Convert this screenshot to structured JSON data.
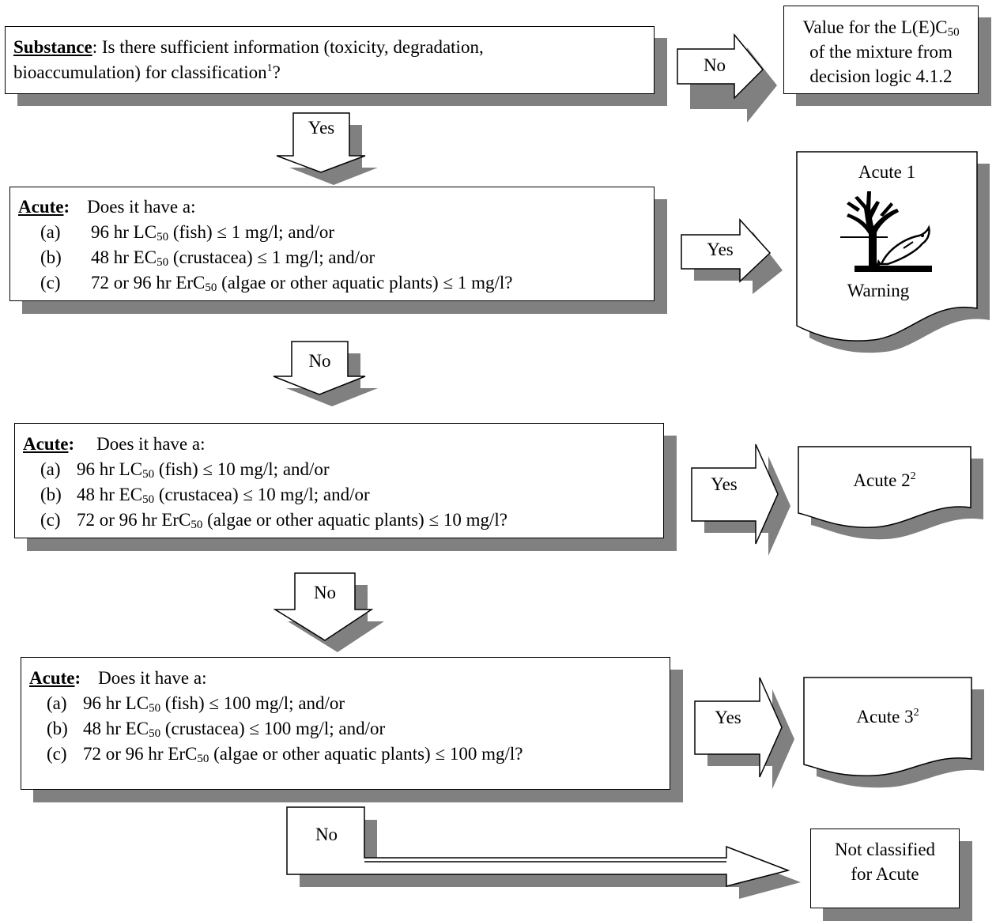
{
  "substance": {
    "heading": "Substance",
    "text_line1": ": Is there sufficient information (toxicity, degradation,",
    "text_line2_pre": "bioaccumulation) for classification",
    "text_line2_sup": "1",
    "text_line2_post": "?"
  },
  "no_to_value": "No",
  "value_box": {
    "line1_pre": "Value for the L(E)C",
    "line1_sub": "50",
    "line2": "of the mixture from",
    "line3": "decision logic 4.1.2"
  },
  "yes_down": "Yes",
  "acute1_question": {
    "heading": "Acute",
    "colon": ":",
    "lead": "Does it have a:",
    "items": [
      {
        "letter": "(a)",
        "pre": "96 hr LC",
        "sub": "50",
        "post": " (fish) ≤ 1 mg/l; and/or"
      },
      {
        "letter": "(b)",
        "pre": "48 hr EC",
        "sub": "50",
        "post": " (crustacea) ≤ 1 mg/l; and/or"
      },
      {
        "letter": "(c)",
        "pre": "72 or 96 hr ErC",
        "sub": "50",
        "post": " (algae or other aquatic plants) ≤ 1 mg/l?"
      }
    ]
  },
  "yes_to_acute1": "Yes",
  "acute1_result": {
    "title": "Acute 1",
    "signal": "Warning",
    "pictogram": "environment-pictogram"
  },
  "no_after_acute1": "No",
  "acute2_question": {
    "heading": "Acute",
    "colon": ":",
    "lead": "Does it have a:",
    "items": [
      {
        "letter": "(a)",
        "pre": "96 hr LC",
        "sub": "50",
        "post": " (fish) ≤ 10 mg/l; and/or"
      },
      {
        "letter": "(b)",
        "pre": "48 hr EC",
        "sub": "50",
        "post": " (crustacea) ≤ 10 mg/l; and/or"
      },
      {
        "letter": "(c)",
        "pre": "72 or 96 hr ErC",
        "sub": "50",
        "post": " (algae or other aquatic plants) ≤ 10 mg/l?"
      }
    ]
  },
  "yes_to_acute2": "Yes",
  "acute2_result": {
    "title": "Acute 2",
    "sup": "2"
  },
  "no_after_acute2": "No",
  "acute3_question": {
    "heading": "Acute",
    "colon": ":",
    "lead": "Does it have a:",
    "items": [
      {
        "letter": "(a)",
        "pre": "96 hr LC",
        "sub": "50",
        "post": " (fish) ≤ 100 mg/l; and/or"
      },
      {
        "letter": "(b)",
        "pre": "48 hr EC",
        "sub": "50",
        "post": " (crustacea) ≤ 100 mg/l; and/or"
      },
      {
        "letter": "(c)",
        "pre": "72 or 96 hr ErC",
        "sub": "50",
        "post": " (algae or other aquatic plants) ≤ 100 mg/l?"
      }
    ]
  },
  "yes_to_acute3": "Yes",
  "acute3_result": {
    "title": "Acute 3",
    "sup": "2"
  },
  "no_after_acute3": "No",
  "not_classified": {
    "line1": "Not classified",
    "line2": "for Acute"
  }
}
